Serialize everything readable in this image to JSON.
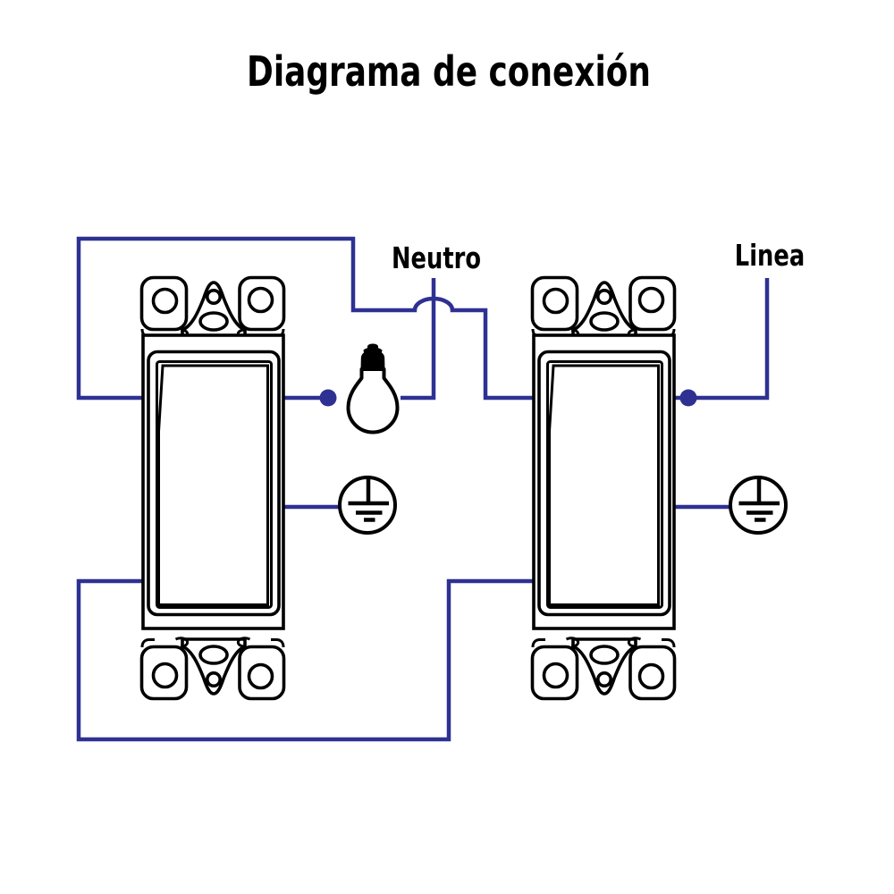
{
  "title": "Diagrama de conexión",
  "labels": {
    "neutro": "Neutro",
    "linea": "Linea"
  },
  "colors": {
    "wire": "#2e3192",
    "outline": "#000000",
    "text": "#000000",
    "background": "#ffffff"
  },
  "icons": {
    "left_switch": "rocker-switch-icon",
    "right_switch": "rocker-switch-icon",
    "lamp": "light-bulb-icon",
    "ground_left": "protective-earth-icon",
    "ground_right": "protective-earth-icon",
    "junction_dot_left": "junction-dot",
    "junction_dot_right": "junction-dot"
  }
}
